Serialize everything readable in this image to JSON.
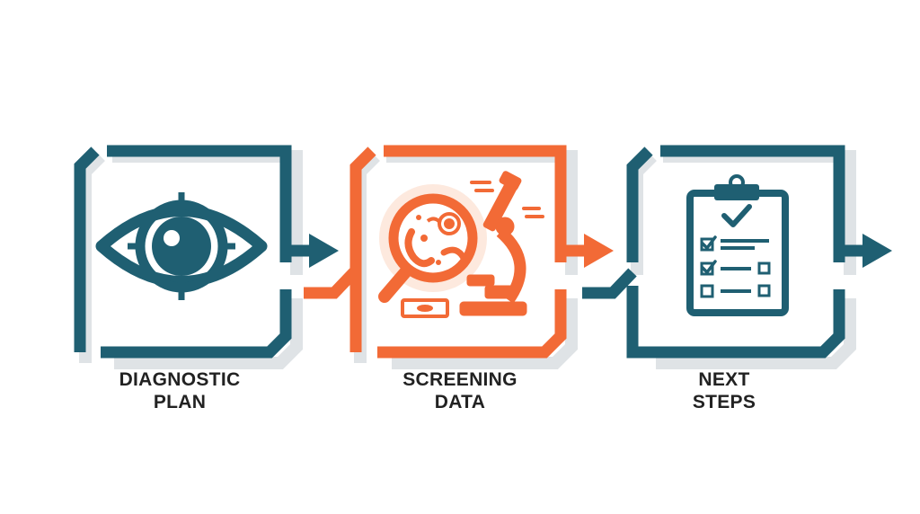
{
  "colors": {
    "teal": "#1f5f72",
    "orange": "#f26a36",
    "text": "#222222",
    "shadow": "#dfe3e6"
  },
  "steps": [
    {
      "title_line1": "DIAGNOSTIC",
      "title_line2": "PLAN",
      "color": "teal",
      "icon": "eye-target-icon"
    },
    {
      "title_line1": "SCREENING",
      "title_line2": "DATA",
      "color": "orange",
      "icon": "microscope-magnifier-icon"
    },
    {
      "title_line1": "NEXT",
      "title_line2": "STEPS",
      "color": "teal",
      "icon": "clipboard-checklist-icon"
    }
  ]
}
